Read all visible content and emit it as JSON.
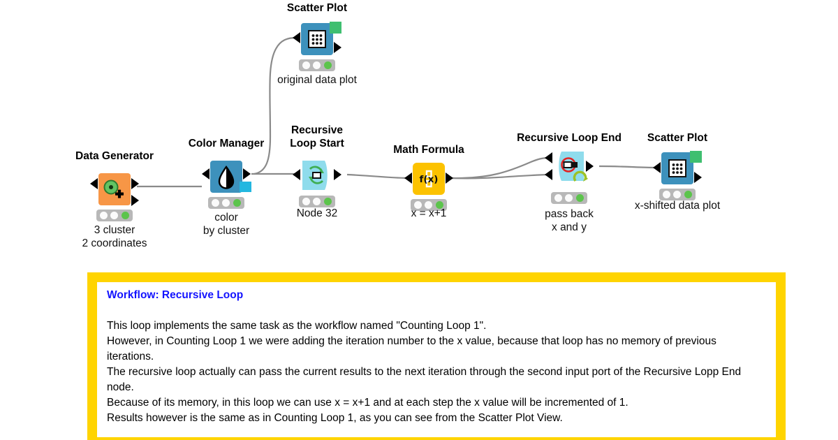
{
  "workflow": {
    "nodes": [
      {
        "id": "data-generator",
        "title": "Data Generator",
        "subtitle": "3 cluster\n2 coordinates",
        "icon": "data-generator-icon",
        "color": "#F79646",
        "status": "executed"
      },
      {
        "id": "color-manager",
        "title": "Color Manager",
        "subtitle": "color\nby cluster",
        "icon": "color-droplet-icon",
        "color": "#3D91BC",
        "status": "executed"
      },
      {
        "id": "scatter-plot-top",
        "title": "Scatter Plot",
        "subtitle": "original data plot",
        "icon": "scatter-plot-icon",
        "color": "#3D91BC",
        "status": "executed"
      },
      {
        "id": "recursive-loop-start",
        "title": "Recursive\nLoop Start",
        "subtitle": "Node 32",
        "icon": "loop-start-icon",
        "color": "#8FDCEC",
        "status": "executed"
      },
      {
        "id": "math-formula",
        "title": "Math Formula",
        "subtitle": "x = x+1",
        "icon": "math-formula-icon",
        "color": "#FCC200",
        "status": "executed"
      },
      {
        "id": "recursive-loop-end",
        "title": "Recursive Loop End",
        "subtitle": "pass back\nx and y",
        "icon": "loop-end-icon",
        "color": "#8FDCEC",
        "status": "executed"
      },
      {
        "id": "scatter-plot-right",
        "title": "Scatter Plot",
        "subtitle": "x-shifted data plot",
        "icon": "scatter-plot-icon",
        "color": "#3D91BC",
        "status": "executed"
      }
    ]
  },
  "annotation": {
    "title": "Workflow: Recursive Loop",
    "lines": [
      "This loop implements the same task as the workflow named \"Counting Loop 1\".",
      "However, in Counting Loop 1 we were adding the iteration number to the x value, because that loop has no memory of previous iterations.",
      "The recursive loop actually can pass the current results to the next iteration through the second input port of the Recursive Lopp End node.",
      "Because of its memory, in this loop we can use x = x+1 and at each step the x value will be incremented of 1.",
      "Results however is the same as in Counting Loop 1, as you can see from the Scatter Plot View."
    ],
    "border_color": "#FFD400",
    "title_color": "#1414FF",
    "background_color": "#FFFFFF"
  }
}
